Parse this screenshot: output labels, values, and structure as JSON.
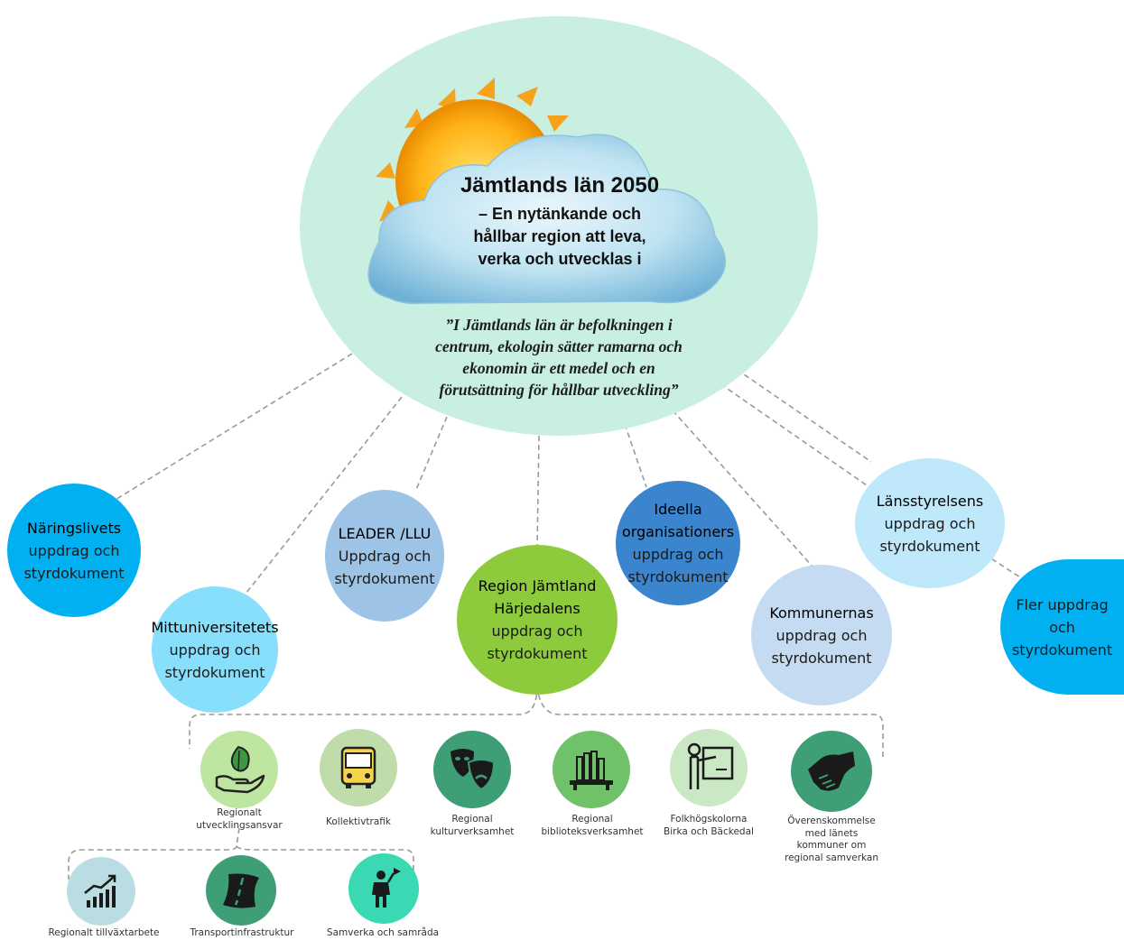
{
  "center": {
    "title": "Jämtlands län 2050",
    "subtitle_lines": [
      "– En nytänkande och",
      "hållbar region att leva,",
      "verka och utvecklas i"
    ],
    "vision_lines": [
      "”I Jämtlands län är befolkningen i",
      "centrum, ekologin sätter ramarna och",
      "ekonomin är ett medel och en",
      "förutsättning för hållbar utveckling”"
    ]
  },
  "nodes": [
    {
      "id": "naringslivet",
      "title": "Näringslivets",
      "lines": [
        "uppdrag och",
        "styrdokument"
      ],
      "color": "#00b0f0"
    },
    {
      "id": "mittuniversitetet",
      "title": "Mittuniversitetets",
      "lines": [
        "uppdrag och",
        "styrdokument"
      ],
      "color": "#87dffc"
    },
    {
      "id": "leader",
      "title": "LEADER /LLU",
      "lines": [
        "Uppdrag och",
        "styrdokument"
      ],
      "color": "#9dc3e6"
    },
    {
      "id": "region",
      "title": "Region Jämtland",
      "title2": "Härjedalens",
      "lines": [
        "uppdrag och",
        "styrdokument"
      ],
      "color": "#8dcb3c"
    },
    {
      "id": "ideella",
      "title": "Ideella",
      "title2": "organisationers",
      "lines": [
        "uppdrag och",
        "styrdokument"
      ],
      "color": "#3a85cd"
    },
    {
      "id": "kommunerna",
      "title": "Kommunernas",
      "lines": [
        "uppdrag och",
        "styrdokument"
      ],
      "color": "#c5dbf1"
    },
    {
      "id": "lansstyrelsen",
      "title": "Länsstyrelsens",
      "lines": [
        "uppdrag och",
        "styrdokument"
      ],
      "color": "#bfe9fb"
    },
    {
      "id": "fler",
      "title": "",
      "lines": [
        "Fler uppdrag",
        "och",
        "styrdokument"
      ],
      "color": "#00b0f0"
    }
  ],
  "region_items": [
    {
      "label_lines": [
        "Regionalt",
        "utvecklingsansvar"
      ],
      "icon": "leaf-hand-icon",
      "color": "#bfe6a1"
    },
    {
      "label_lines": [
        "Kollektivtrafik"
      ],
      "icon": "bus-icon",
      "color": "#bfdcaa"
    },
    {
      "label_lines": [
        "Regional",
        "kulturverksamhet"
      ],
      "icon": "theater-masks-icon",
      "color": "#3e9e76"
    },
    {
      "label_lines": [
        "Regional",
        "biblioteksverksamhet"
      ],
      "icon": "books-icon",
      "color": "#6fc16a"
    },
    {
      "label_lines": [
        "Folkhögskolorna",
        "Birka och Bäckedal"
      ],
      "icon": "teacher-icon",
      "color": "#c9e8c3"
    },
    {
      "label_lines": [
        "Överenskommelse",
        "med länets",
        "kommuner om",
        "regional samverkan"
      ],
      "icon": "handshake-icon",
      "color": "#3e9e76"
    }
  ],
  "development_items": [
    {
      "label": "Regionalt tillväxtarbete",
      "icon": "growth-chart-icon",
      "color": "#b9dde3"
    },
    {
      "label": "Transportinfrastruktur",
      "icon": "road-icon",
      "color": "#3e9e76"
    },
    {
      "label": "Samverka och samråda",
      "icon": "person-flag-icon",
      "color": "#3ad8b3"
    }
  ]
}
